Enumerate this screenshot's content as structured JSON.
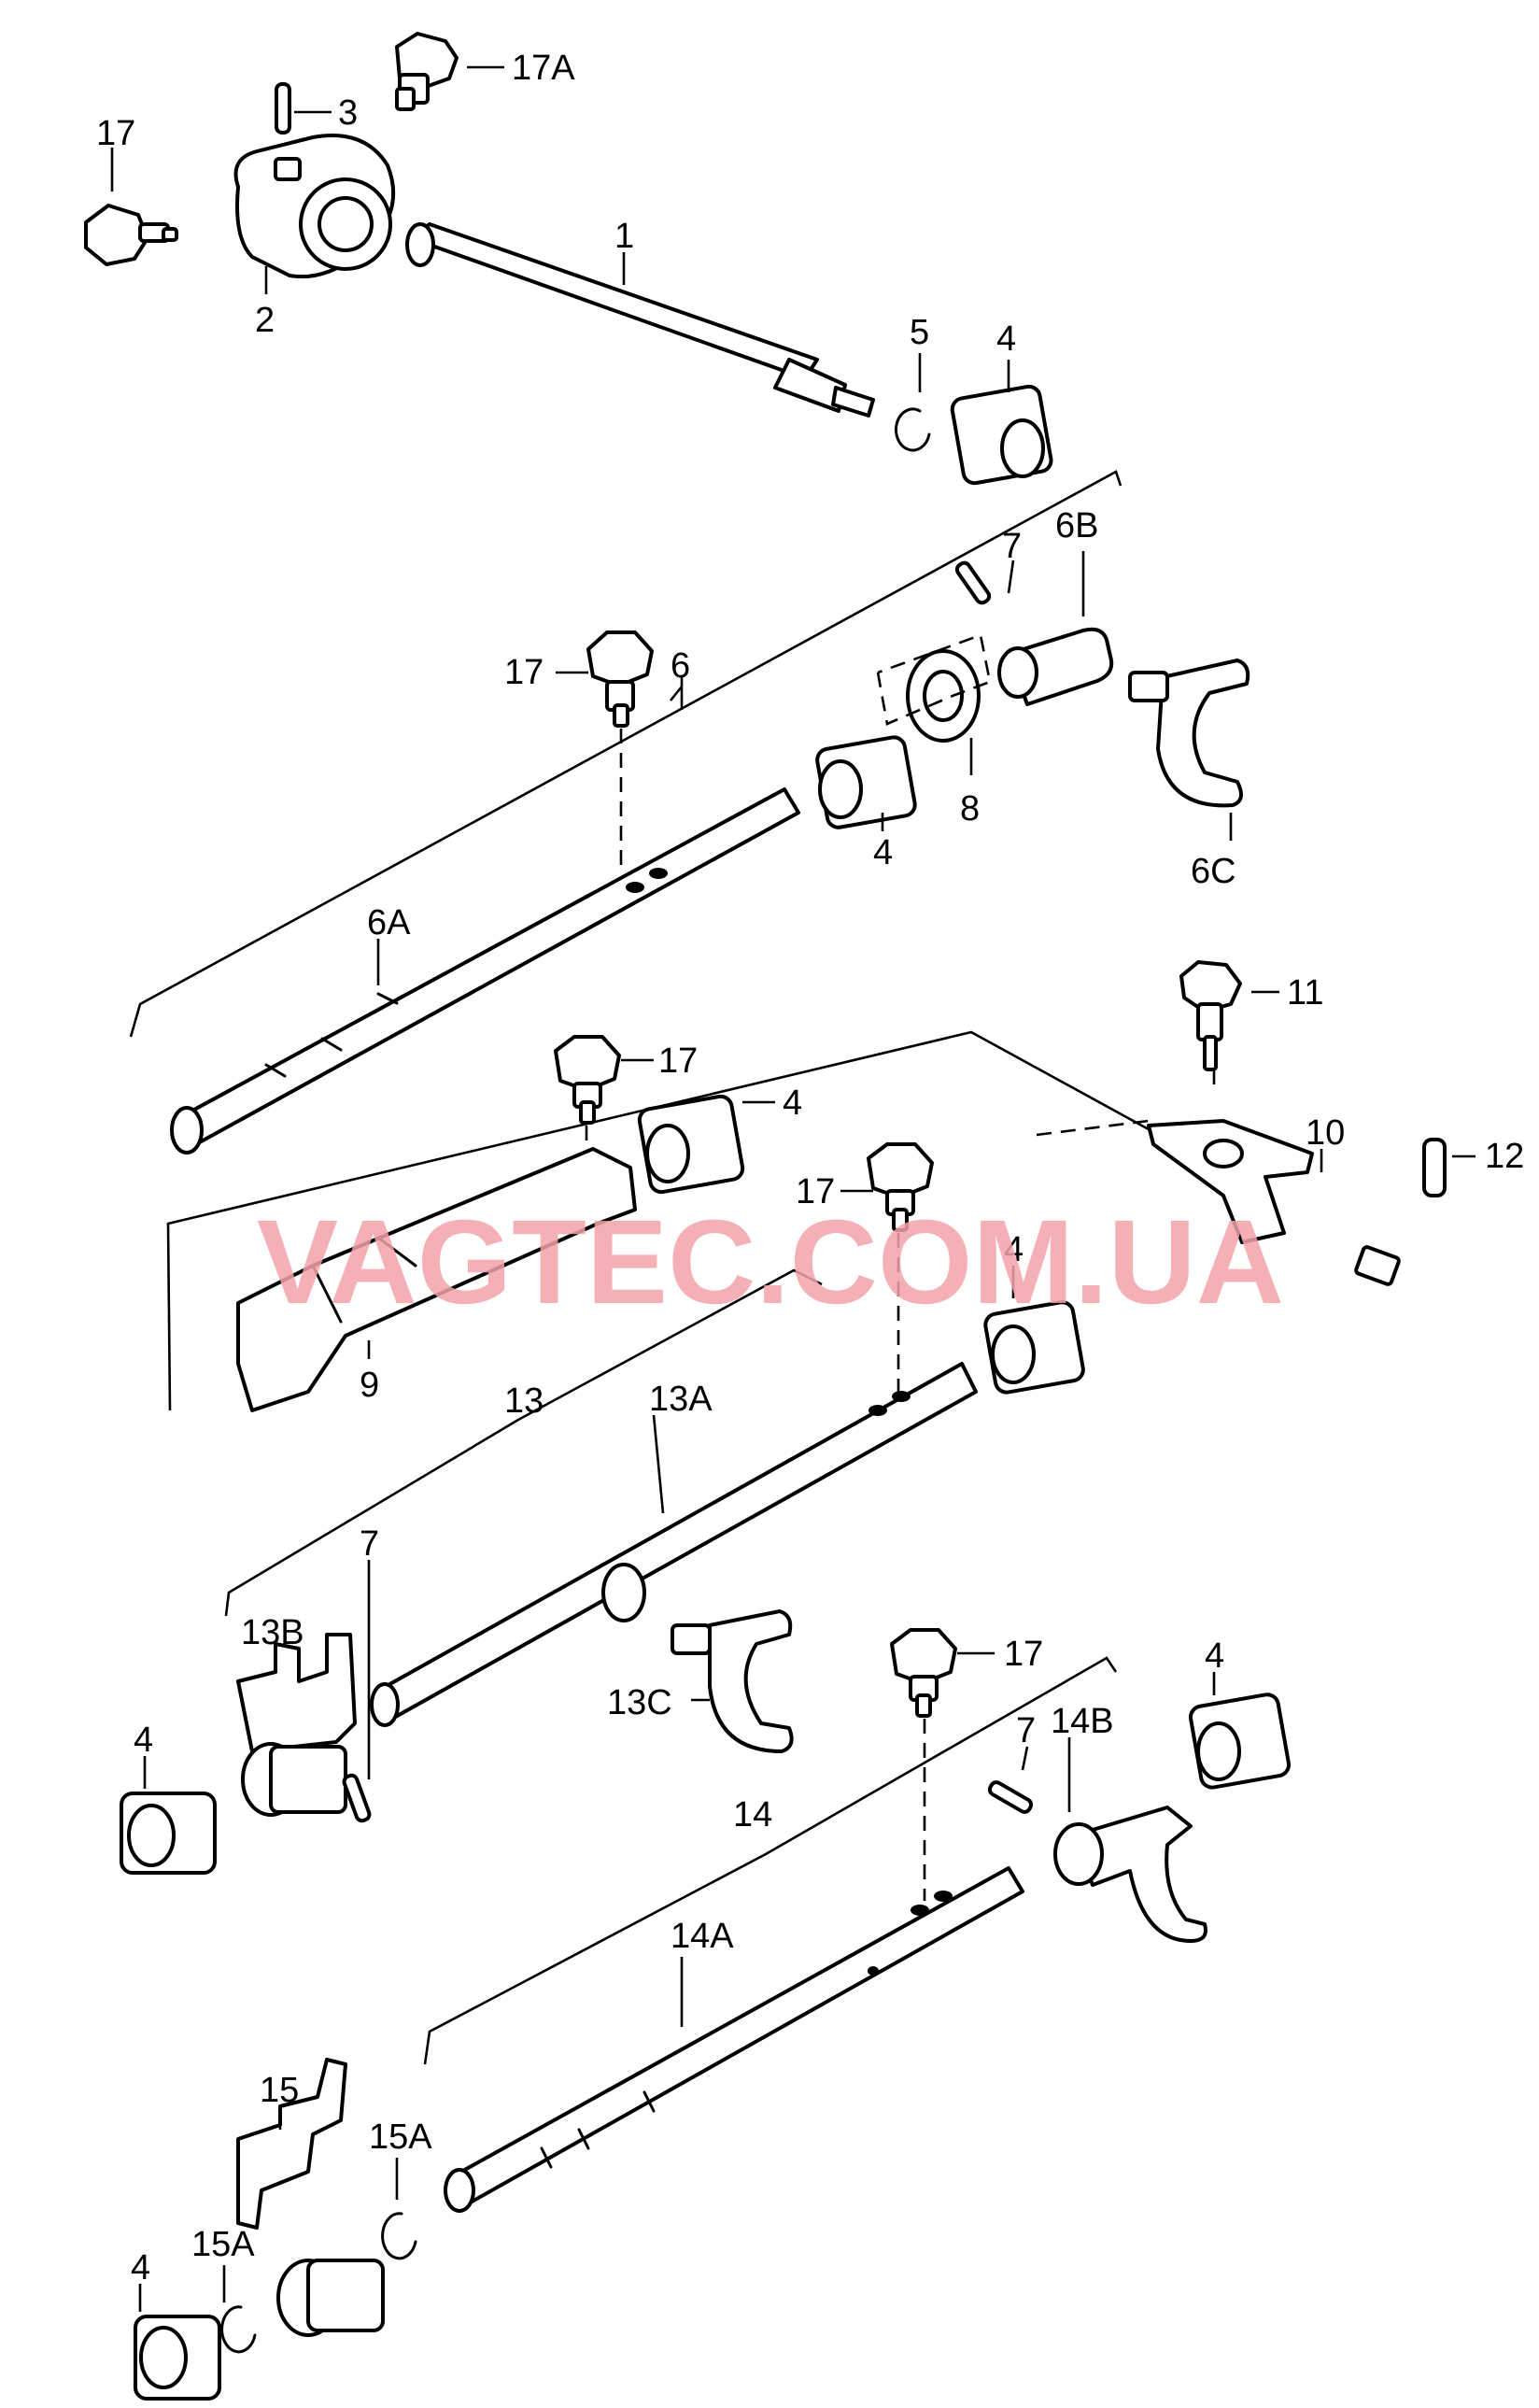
{
  "watermark": "VAGTEC.COM.UA",
  "watermark_color": "#f4a3a9",
  "callouts": {
    "c1": "1",
    "c2": "2",
    "c3": "3",
    "c4a": "4",
    "c5": "5",
    "c17a": "17A",
    "c17_top": "17",
    "c6": "6",
    "c6a": "6A",
    "c6b": "6B",
    "c6c": "6C",
    "c7_upper": "7",
    "c8": "8",
    "c4_b": "4",
    "c17_mid": "17",
    "c17_b": "17",
    "c4_c": "4",
    "c9": "9",
    "c10": "10",
    "c11": "11",
    "c12": "12",
    "c17_c": "17",
    "c4_d": "4",
    "c13": "13",
    "c13a": "13A",
    "c13b": "13B",
    "c13c": "13C",
    "c7_mid": "7",
    "c4_e": "4",
    "c17_d": "17",
    "c4_f": "4",
    "c14": "14",
    "c14a": "14A",
    "c14b": "14B",
    "c7_low": "7",
    "c15": "15",
    "c15a_r": "15A",
    "c15a_l": "15A",
    "c4_g": "4"
  },
  "icons": [
    "bolt-icon",
    "shaft-icon",
    "bushing-icon",
    "fork-icon",
    "pin-icon",
    "circlip-icon",
    "lever-icon",
    "bracket-icon"
  ]
}
